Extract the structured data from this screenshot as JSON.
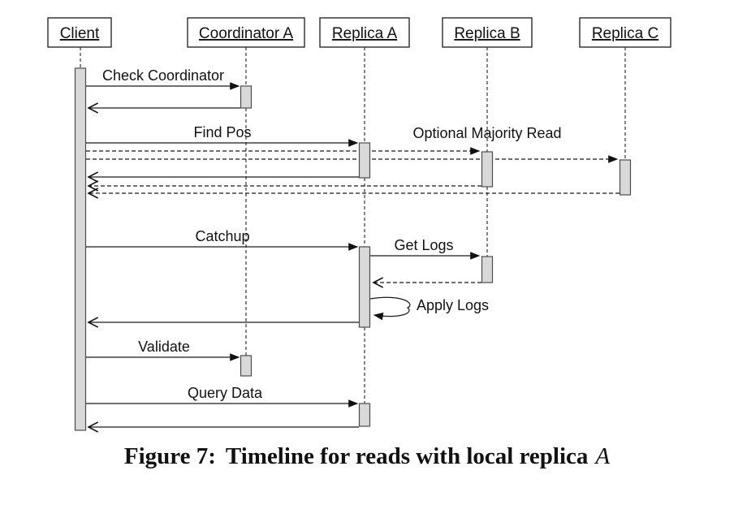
{
  "figure": {
    "caption": {
      "label": "Figure 7:",
      "title": "Timeline for reads with local replica",
      "title_math": "A"
    }
  },
  "diagram": {
    "type": "uml-sequence",
    "actors": [
      {
        "id": "client",
        "label": "Client"
      },
      {
        "id": "coordinator-a",
        "label": "Coordinator A"
      },
      {
        "id": "replica-a",
        "label": "Replica A"
      },
      {
        "id": "replica-b",
        "label": "Replica B"
      },
      {
        "id": "replica-c",
        "label": "Replica C"
      }
    ],
    "messages": [
      {
        "label": "Check Coordinator",
        "from": "Client",
        "to": "Coordinator A",
        "line": "solid",
        "response": "solid"
      },
      {
        "label": "Find Pos",
        "from": "Client",
        "to": "Replica A",
        "line": "solid",
        "response": "solid"
      },
      {
        "label": "Optional Majority Read",
        "from": "Client",
        "to": [
          "Replica B",
          "Replica C"
        ],
        "line": "dashed",
        "response": "dashed"
      },
      {
        "label": "Catchup",
        "from": "Client",
        "to": "Replica A",
        "line": "solid",
        "response": "solid"
      },
      {
        "label": "Get Logs",
        "from": "Replica A",
        "to": "Replica B",
        "line": "solid",
        "response": "dashed"
      },
      {
        "label": "Apply Logs",
        "from": "Replica A",
        "to": "Replica A",
        "line": "self",
        "response": null
      },
      {
        "label": "Validate",
        "from": "Client",
        "to": "Coordinator A",
        "line": "solid",
        "response": null
      },
      {
        "label": "Query Data",
        "from": "Client",
        "to": "Replica A",
        "line": "solid",
        "response": "solid"
      }
    ],
    "colors": {
      "background": "#ffffff",
      "activation_fill": "#d9d9d9",
      "activation_stroke": "#4d4d4d",
      "line": "#1a1a1a",
      "box_fill": "#ffffff",
      "box_stroke": "#2b2b2b",
      "text": "#111111"
    }
  }
}
